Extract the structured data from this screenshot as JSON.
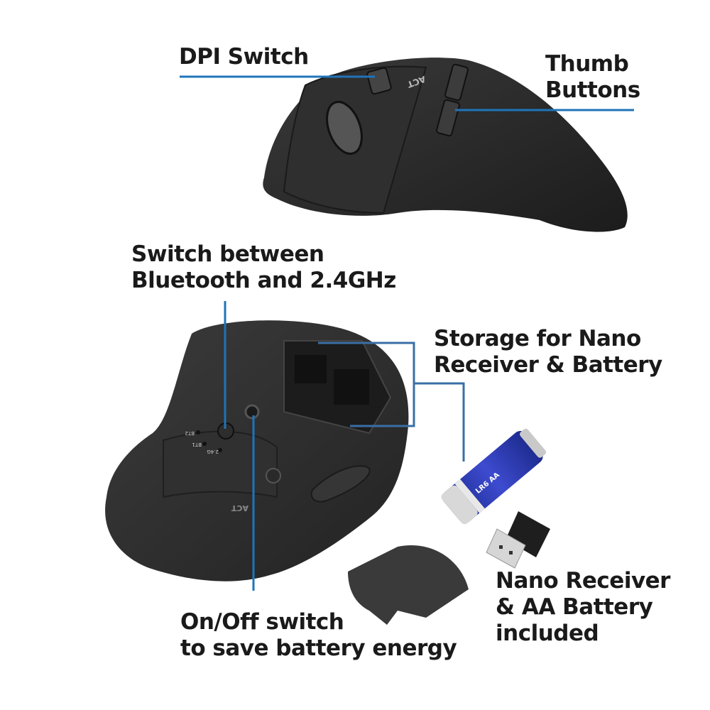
{
  "colors": {
    "background": "#ffffff",
    "text": "#1a1a1a",
    "leader_line": "#1f74b8",
    "storage_line": "#3a6fa6",
    "mouse_body": "#2b2b2b",
    "battery_blue": "#2a36a6"
  },
  "callouts": {
    "dpi_switch": {
      "lines": [
        "DPI Switch"
      ]
    },
    "thumb_buttons": {
      "lines": [
        "Thumb",
        "Buttons"
      ]
    },
    "bt_switch": {
      "lines": [
        "Switch between",
        "Bluetooth and 2.4GHz"
      ]
    },
    "storage": {
      "lines": [
        "Storage for Nano",
        "Receiver &  Battery"
      ]
    },
    "included": {
      "lines": [
        "Nano Receiver",
        "& AA Battery",
        "included"
      ]
    },
    "on_off": {
      "lines": [
        "On/Off switch",
        "to save battery energy"
      ]
    }
  },
  "product_markings": {
    "brand": "ACT",
    "mode_labels": [
      "BT2",
      "BT1",
      "2.4G"
    ],
    "battery_label": "LR6 AA"
  }
}
